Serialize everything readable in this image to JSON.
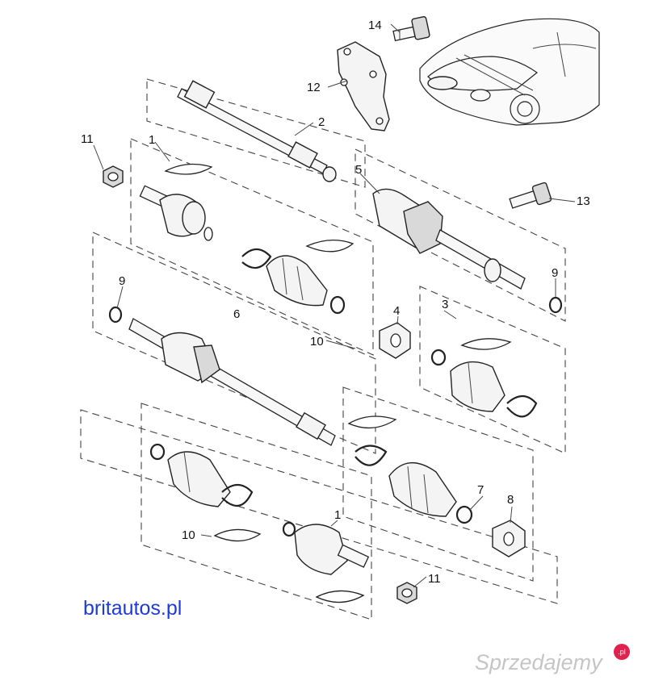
{
  "diagram": {
    "callouts": {
      "c14": "14",
      "c12": "12",
      "c2": "2",
      "c11a": "11",
      "c1a": "1",
      "c5": "5",
      "c13": "13",
      "c9a": "9",
      "c9b": "9",
      "c6": "6",
      "c4": "4",
      "c3": "3",
      "c10a": "10",
      "c7": "7",
      "c8": "8",
      "c10b": "10",
      "c1b": "1",
      "c11b": "11"
    }
  },
  "brand": {
    "text": "britautos.pl",
    "color": "#1f3bd6"
  },
  "watermark": {
    "text": "Sprzedajemy",
    "badge": ".pl"
  }
}
